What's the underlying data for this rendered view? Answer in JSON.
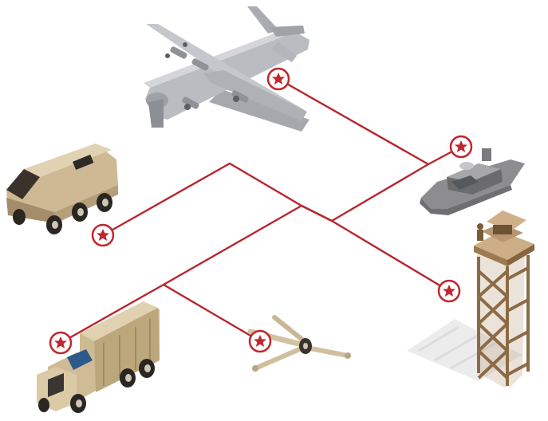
{
  "diagram": {
    "type": "military-network-infographic",
    "line_color": "#b7262f",
    "marker_color": "#c0272d",
    "nodes": [
      {
        "id": "aircraft",
        "icon": "military-aircraft-icon"
      },
      {
        "id": "patrol-boat",
        "icon": "patrol-boat-icon"
      },
      {
        "id": "armored-vehicle",
        "icon": "armored-vehicle-icon"
      },
      {
        "id": "watchtower",
        "icon": "watchtower-icon"
      },
      {
        "id": "military-truck",
        "icon": "military-truck-icon"
      },
      {
        "id": "artillery",
        "icon": "howitzer-icon"
      }
    ],
    "connections": [
      {
        "from": "aircraft",
        "to": "patrol-boat"
      },
      {
        "from": "patrol-boat",
        "to": "military-truck"
      },
      {
        "from": "armored-vehicle",
        "to": "watchtower"
      },
      {
        "from": "military-truck",
        "to": "artillery"
      }
    ]
  },
  "colors": {
    "aircraft_body": "#b9bcc0",
    "boat_hull": "#8d8d8f",
    "vehicle_tan": "#cfb995",
    "vehicle_dark": "#2e2a26",
    "tower_wood": "#b08f66",
    "shadow": "#ececec"
  }
}
